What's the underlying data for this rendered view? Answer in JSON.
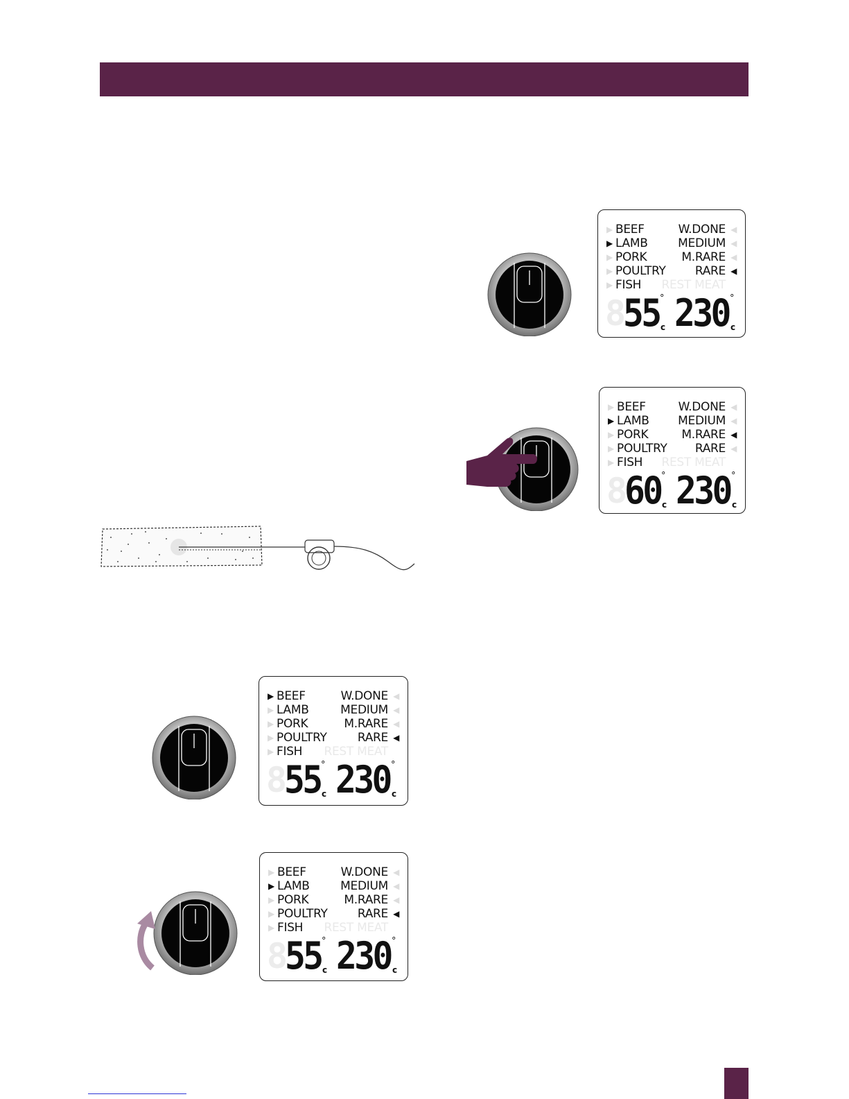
{
  "colors": {
    "brand": "#5a2348",
    "arrow": "#a98aa2"
  },
  "page": {
    "header_title": "",
    "page_number": ""
  },
  "displays": [
    {
      "id": "display-top-right",
      "meats": [
        "BEEF",
        "LAMB",
        "PORK",
        "POULTRY",
        "FISH"
      ],
      "selected_meat": "LAMB",
      "doneness": [
        "W.DONE",
        "MEDIUM",
        "M.RARE",
        "RARE",
        "REST MEAT"
      ],
      "selected_doneness": "RARE",
      "probe_temp": "55",
      "oven_temp": "230",
      "unit": "c"
    },
    {
      "id": "display-mid-right",
      "meats": [
        "BEEF",
        "LAMB",
        "PORK",
        "POULTRY",
        "FISH"
      ],
      "selected_meat": "LAMB",
      "doneness": [
        "W.DONE",
        "MEDIUM",
        "M.RARE",
        "RARE",
        "REST MEAT"
      ],
      "selected_doneness": "M.RARE",
      "probe_temp": "60",
      "oven_temp": "230",
      "unit": "c"
    },
    {
      "id": "display-lower-left",
      "meats": [
        "BEEF",
        "LAMB",
        "PORK",
        "POULTRY",
        "FISH"
      ],
      "selected_meat": "BEEF",
      "doneness": [
        "W.DONE",
        "MEDIUM",
        "M.RARE",
        "RARE",
        "REST MEAT"
      ],
      "selected_doneness": "RARE",
      "probe_temp": "55",
      "oven_temp": "230",
      "unit": "c"
    },
    {
      "id": "display-bottom-left",
      "meats": [
        "BEEF",
        "LAMB",
        "PORK",
        "POULTRY",
        "FISH"
      ],
      "selected_meat": "LAMB",
      "doneness": [
        "W.DONE",
        "MEDIUM",
        "M.RARE",
        "RARE",
        "REST MEAT"
      ],
      "selected_doneness": "RARE",
      "probe_temp": "55",
      "oven_temp": "230",
      "unit": "c"
    }
  ],
  "icons": {
    "knob": "dial-knob-icon",
    "hand": "pointing-hand-icon",
    "rotate_arrow": "rotate-arrow-icon",
    "probe": "meat-probe-icon"
  }
}
